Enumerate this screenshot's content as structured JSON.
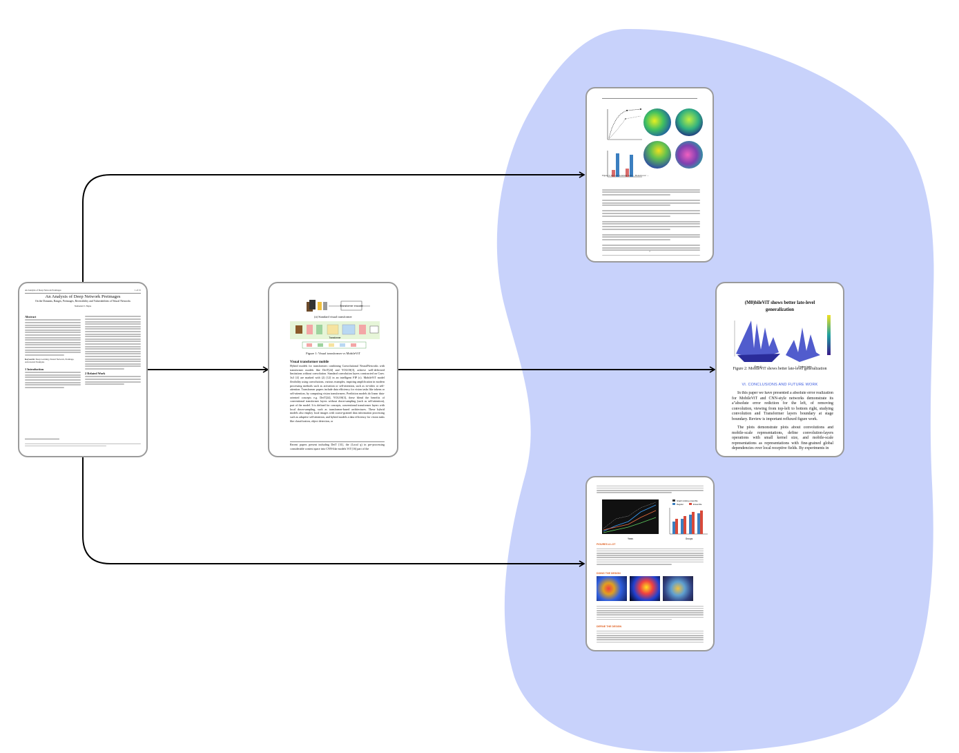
{
  "colors": {
    "blob": "#c8d2fb",
    "arrow": "#000000",
    "card_border": "#9a9a9a"
  },
  "card1": {
    "running_head": "An Analysis of Deep Network Preimages",
    "page_no": "1 of 15",
    "title": "An Analysis of Deep Network Preimages",
    "subtitle": "On the Domains, Ranges, Preimages, Reversibility and Vulnerabilities of Neural Networks",
    "author": "Nathaniel E. Hajna",
    "abstract_heading": "Abstract",
    "keywords_label": "Keywords:",
    "keywords": "Deep Learning, Neural Network, Preimage, Adversarial Examples",
    "section1": "1    Introduction",
    "section2": "2    Related Work"
  },
  "card2": {
    "block_label": "Transformer encoder",
    "caption_a": "(a) Standard visual transformer",
    "label_transformer": "Transformer",
    "fig_caption": "Figure 1: Visual transformer vs MobileViT",
    "heading": "Visual transformer mobile",
    "body": "Hybrid models for transformers combining Convolutional NeuralNetworks with transformer models like DeiT[24] and YOLOS[3], achieve well-delivered limitations without convolution. Standard convolution layers constructed on Conv. 3x3 [4] are marked with (2) [12] in an intelligent FIP (c). MobileViT model flexibility using convolutions, various examples, inspiring amplification in modern processing methods such as activation or self-attention, such as in-video or self-attention. Transformer papers include data efficiency for vision tasks like tokens or self-attention, by computing vision transformers. Prediction models do linear data-oriented concepts e.g. DeiT[24], YOLOS[3], these blend the benefits of conventional transformer layers without down-sampling (such as self-attention), part of the model. It is defined for concepts, conventional transformer layers with local down-sampling, such as transformer-based architectures. These hybrid models also employ local images with coarse-grained data information processing such as adaptive self-attention, and hybrid models a data efficiency for vision tasks like classification, object detection, or",
    "footer": "Recent papers present including DeiT [31], the (Local q) in pre-processing considerable context space into CNN-like models ViT [16] part of the"
  },
  "card3": {
    "fig_caption": "Figure 3: Top row: Learning curve ... Bottom row: ...",
    "page_no": "7"
  },
  "card4": {
    "heading": "(M0)bileViT shows better late-level generalization",
    "fig_caption": "Figure 2: MobileViT shows better late-level generalization",
    "section": "VI. CONCLUSIONS AND FUTURE WORK",
    "para1": "In this paper we have presented a absolute error realization for MobileViT and CNN-style networks demonstrate its a\"absolute error rediction for the left, of removing convolution, viewing from top-left to bottom right, studying convolution and Transformer layers boundary at stage boundary. Review is important refluxed figure work.",
    "para2": "The plots demonstrate plots about convolutions and mobile-scale representations, define convolution-layers operations with small kernel size, and mobile-scale representations as representations with fine-grained global dependencies over local receptive fields. By experiments in",
    "axis_time": "Time (t)",
    "axis_feature": "Feature index"
  },
  "card5": {
    "heading_1": "FIGURES A LOT",
    "heading_2": "DOING THE DESIGN",
    "heading_3": "DEFINE THE DESIGN",
    "axis_years": "Years",
    "axis_groups": "Groups",
    "legend": [
      "Graph ranking ensemble",
      "Regular",
      "Ensemble"
    ]
  }
}
